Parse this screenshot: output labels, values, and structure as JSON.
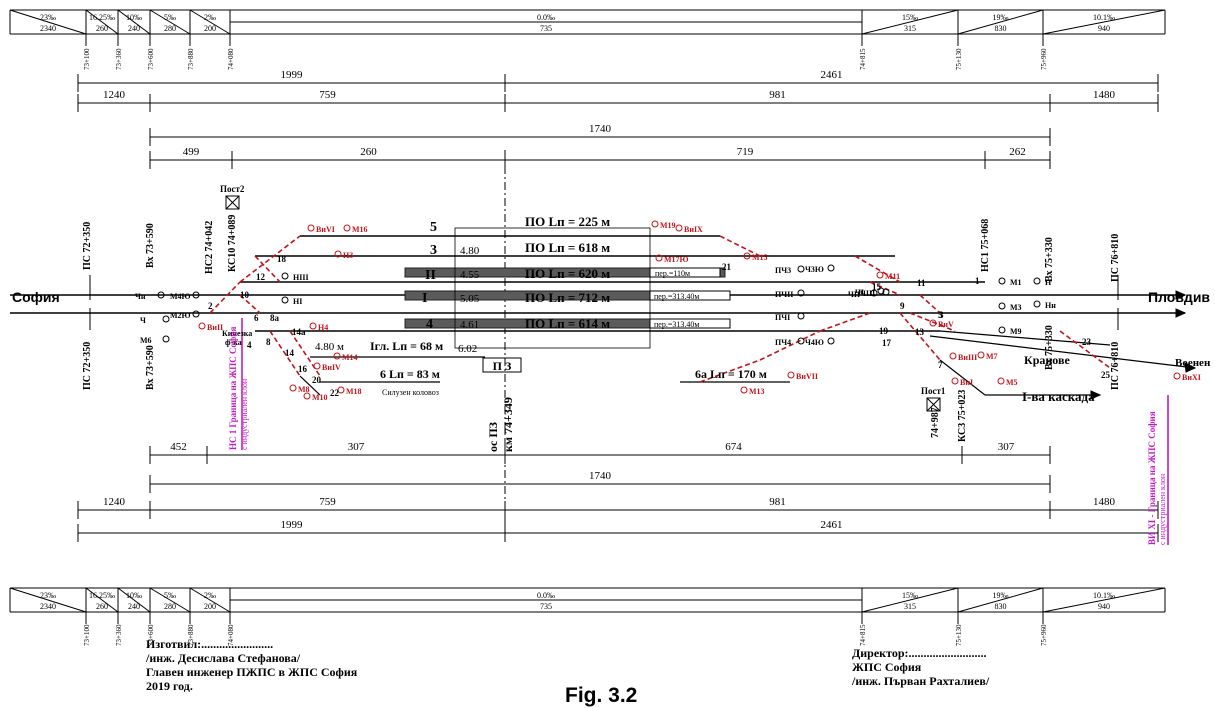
{
  "gradient_top": {
    "grades": [
      "23‰",
      "16.25‰",
      "10‰",
      "5‰",
      "2‰",
      "0.0‰",
      "15‰",
      "19‰",
      "10.1‰"
    ],
    "lengths": [
      "2340",
      "260",
      "240",
      "280",
      "200",
      "735",
      "315",
      "830",
      "940"
    ],
    "km_marks": [
      "73+100",
      "73+360",
      "73+600",
      "73+880",
      "74+080",
      "74+815",
      "75+130",
      "75+960"
    ]
  },
  "gradient_bottom": {
    "grades": [
      "23‰",
      "16.25‰",
      "10‰",
      "5‰",
      "2‰",
      "0.0‰",
      "15‰",
      "19‰",
      "10.1‰"
    ],
    "lengths": [
      "2340",
      "260",
      "240",
      "280",
      "200",
      "735",
      "315",
      "830",
      "940"
    ],
    "km_marks": [
      "73+100",
      "73+360",
      "73+600",
      "73+880",
      "74+080",
      "74+815",
      "75+130",
      "75+960"
    ]
  },
  "dims_top": {
    "r1": [
      "1999",
      "2461"
    ],
    "r2": [
      "1240",
      "759",
      "981",
      "1480"
    ],
    "r3": [
      "1740"
    ],
    "r4": [
      "499",
      "260",
      "719",
      "262"
    ]
  },
  "dims_bottom": {
    "r1": [
      "452",
      "307",
      "674",
      "307"
    ],
    "r2": [
      "1740"
    ],
    "r3": [
      "1240",
      "759",
      "981",
      "1480"
    ],
    "r4": [
      "1999",
      "2461"
    ]
  },
  "stations": {
    "left": "София",
    "right": "Пловдив",
    "voenen": "Военен",
    "kranove": "Кранове",
    "kaskada": "I-ва каскада"
  },
  "tracks": [
    {
      "num": "5",
      "info": "ПО  Lп = 225 м",
      "width": ""
    },
    {
      "num": "3",
      "info": "ПО  Lп = 618 м",
      "width": "4.80"
    },
    {
      "num": "II",
      "info": "ПО  Lп = 620 м",
      "width": "4.55"
    },
    {
      "num": "I",
      "info": "ПО  Lп = 712 м",
      "width": "5.05"
    },
    {
      "num": "4",
      "info": "ПО  Lп = 614 м",
      "width": "4.61"
    }
  ],
  "platforms": [
    "пер.=110м",
    "пер.=313.40м",
    "пер.=313.40м"
  ],
  "misc": {
    "ig_l": "Iгл. Lп = 68 м",
    "w480": "4.80 м",
    "t6": "6 Lп = 83 м",
    "t6a": "6а  Lп = 170 м",
    "w602": "6.02",
    "pz": "П З",
    "axis1": "ос ПЗ",
    "axis2": "км 74+349",
    "silozen": "Силузен коловоз",
    "kineska1": "Кинезка",
    "kineska2": "ф-ка",
    "post2": "Пост2",
    "post1": "Пост1",
    "border_left_1": "НС 1 Граница на ЖПС София",
    "border_left_2": "с индустриален клон",
    "border_right_1": "ВИ XI - Граница на ЖПС София",
    "border_right_2": "с индустриален клон"
  },
  "vertical_labels": [
    "ПС 72+350",
    "Вх 73+590",
    "НС2 74+042",
    "КС10 74+089",
    "НС1 75+068",
    "Вх 75+330",
    "ПС 76+810",
    "ПС 72+350",
    "Вх 73+590",
    "Вх 75+330",
    "ПС 76+810",
    "74+987",
    "КС3 75+023"
  ],
  "switch_numbers": [
    "2",
    "10",
    "12",
    "18",
    "6",
    "8а",
    "14а",
    "4",
    "8",
    "14",
    "16",
    "22",
    "20",
    "21",
    "15",
    "11",
    "9",
    "3",
    "1",
    "13",
    "7",
    "19",
    "17",
    "23",
    "25",
    "5"
  ],
  "signals_black": [
    "Чн",
    "М4Ю",
    "Ч",
    "М2Ю",
    "М6",
    "НIII",
    "НI",
    "ЧI",
    "ЧII",
    "ЧIII",
    "Ч3Ю",
    "Ч4Ю",
    "ПЧ3",
    "ПЧII",
    "ПЧI",
    "ПЧ4",
    "М1",
    "Н",
    "Нн",
    "М3",
    "М9"
  ],
  "signals_red": [
    "ВиVI",
    "М16",
    "Н3",
    "ВиII",
    "Н4",
    "М14",
    "ВиIV",
    "М8",
    "М10",
    "М18",
    "М19",
    "ВиIX",
    "М17Ю",
    "М15",
    "М11",
    "ВиV",
    "ВиIII",
    "М7",
    "ВиI",
    "М5",
    "ВиXI",
    "М13",
    "ВиVII"
  ],
  "signature_left": {
    "l1": "Изготвил:........................",
    "l2": "/инж. Десислава Стефанова/",
    "l3": "Главен инженер ПЖПС в ЖПС София",
    "l4": "2019 год."
  },
  "signature_right": {
    "l1": "Директор:..........................",
    "l2": "ЖПС София",
    "l3": "/инж. Първан Рахталиев/"
  },
  "caption": "Fig. 3.2"
}
